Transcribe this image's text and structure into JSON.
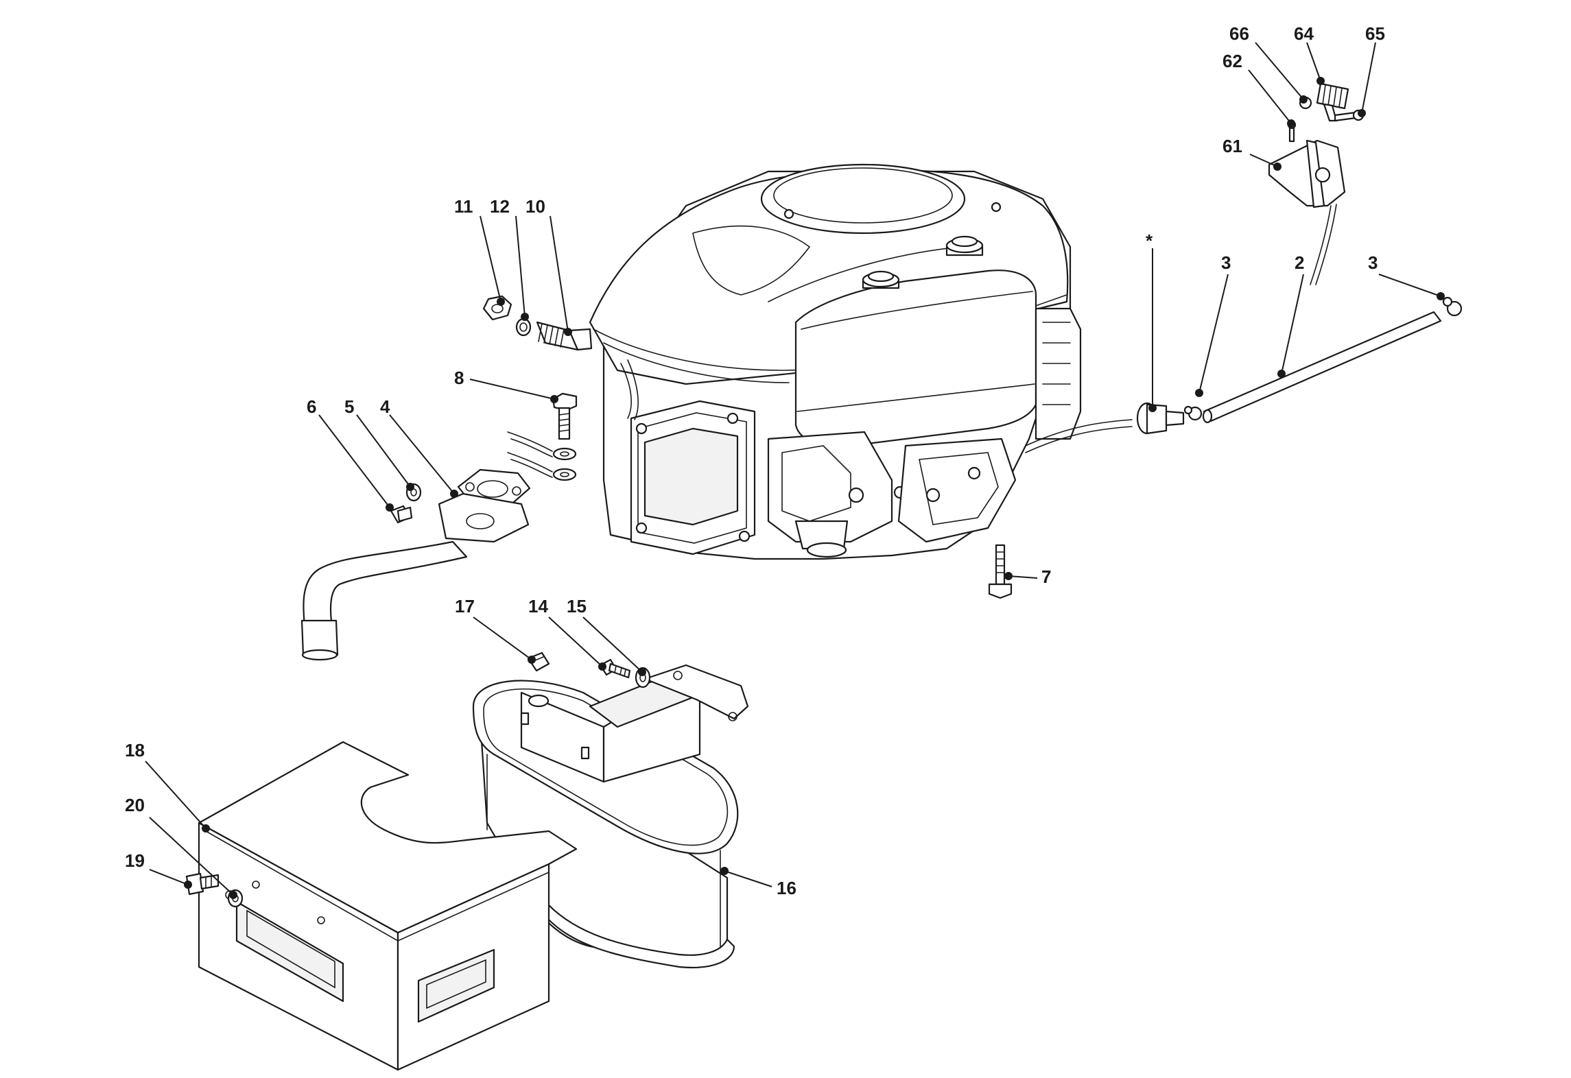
{
  "callouts": [
    {
      "id": "c66",
      "text": "66"
    },
    {
      "id": "c64",
      "text": "64"
    },
    {
      "id": "c65",
      "text": "65"
    },
    {
      "id": "c62",
      "text": "62"
    },
    {
      "id": "c61",
      "text": "61"
    },
    {
      "id": "c11",
      "text": "11"
    },
    {
      "id": "c12",
      "text": "12"
    },
    {
      "id": "c10",
      "text": "10"
    },
    {
      "id": "cstar",
      "text": "*"
    },
    {
      "id": "c3a",
      "text": "3"
    },
    {
      "id": "c2",
      "text": "2"
    },
    {
      "id": "c3b",
      "text": "3"
    },
    {
      "id": "c8",
      "text": "8"
    },
    {
      "id": "c6",
      "text": "6"
    },
    {
      "id": "c5",
      "text": "5"
    },
    {
      "id": "c4",
      "text": "4"
    },
    {
      "id": "c7",
      "text": "7"
    },
    {
      "id": "c17",
      "text": "17"
    },
    {
      "id": "c14",
      "text": "14"
    },
    {
      "id": "c15",
      "text": "15"
    },
    {
      "id": "c18",
      "text": "18"
    },
    {
      "id": "c20",
      "text": "20"
    },
    {
      "id": "c19",
      "text": "19"
    },
    {
      "id": "c16",
      "text": "16"
    }
  ]
}
